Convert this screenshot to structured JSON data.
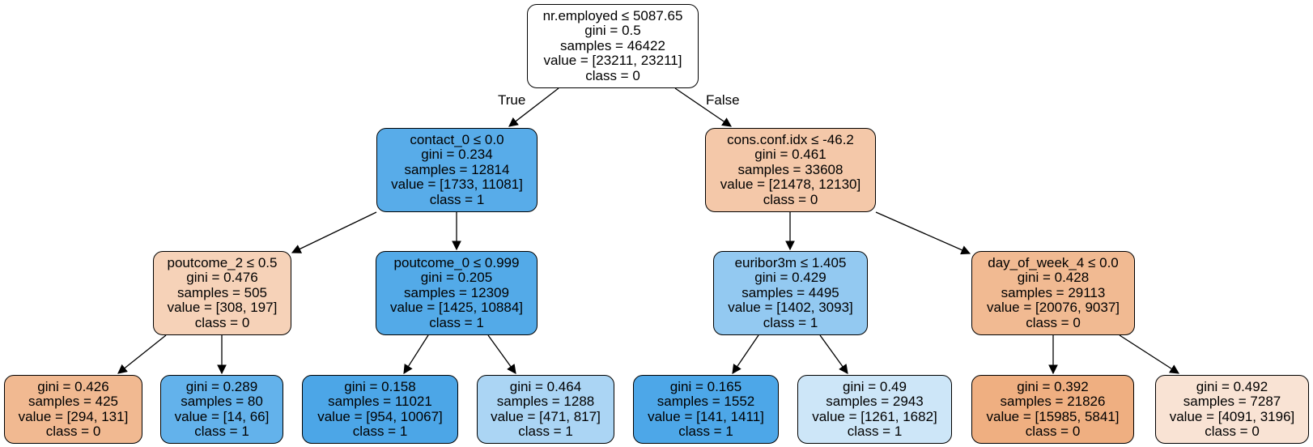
{
  "tree": {
    "nodes": [
      {
        "id": "n0",
        "lines": [
          "nr.employed ≤ 5087.65",
          "gini = 0.5",
          "samples = 46422",
          "value = [23211, 23211]",
          "class = 0"
        ],
        "fill": "#ffffff"
      },
      {
        "id": "n1",
        "lines": [
          "contact_0 ≤ 0.0",
          "gini = 0.234",
          "samples = 12814",
          "value = [1733, 11081]",
          "class = 1"
        ],
        "fill": "#58ace9"
      },
      {
        "id": "n2",
        "lines": [
          "cons.conf.idx ≤ -46.2",
          "gini = 0.461",
          "samples = 33608",
          "value = [21478, 12130]",
          "class = 0"
        ],
        "fill": "#f4c8a9"
      },
      {
        "id": "n3",
        "lines": [
          "poutcome_2 ≤ 0.5",
          "gini = 0.476",
          "samples = 505",
          "value = [308, 197]",
          "class = 0"
        ],
        "fill": "#f6d2b8"
      },
      {
        "id": "n4",
        "lines": [
          "poutcome_0 ≤ 0.999",
          "gini = 0.205",
          "samples = 12309",
          "value = [1425, 10884]",
          "class = 1"
        ],
        "fill": "#53aae8"
      },
      {
        "id": "n5",
        "lines": [
          "euribor3m ≤ 1.405",
          "gini = 0.429",
          "samples = 4495",
          "value = [1402, 3093]",
          "class = 1"
        ],
        "fill": "#93c9f1"
      },
      {
        "id": "n6",
        "lines": [
          "day_of_week_4 ≤ 0.0",
          "gini = 0.428",
          "samples = 29113",
          "value = [20076, 9037]",
          "class = 0"
        ],
        "fill": "#f1ba92"
      },
      {
        "id": "n7",
        "lines": [
          "gini = 0.426",
          "samples = 425",
          "value = [294, 131]",
          "class = 0"
        ],
        "fill": "#f1b991"
      },
      {
        "id": "n8",
        "lines": [
          "gini = 0.289",
          "samples = 80",
          "value = [14, 66]",
          "class = 1"
        ],
        "fill": "#63b2eb"
      },
      {
        "id": "n9",
        "lines": [
          "gini = 0.158",
          "samples = 11021",
          "value = [954, 10067]",
          "class = 1"
        ],
        "fill": "#4ca6e7"
      },
      {
        "id": "n10",
        "lines": [
          "gini = 0.464",
          "samples = 1288",
          "value = [471, 817]",
          "class = 1"
        ],
        "fill": "#abd5f4"
      },
      {
        "id": "n11",
        "lines": [
          "gini = 0.165",
          "samples = 1552",
          "value = [141, 1411]",
          "class = 1"
        ],
        "fill": "#4da7e8"
      },
      {
        "id": "n12",
        "lines": [
          "gini = 0.49",
          "samples = 2943",
          "value = [1261, 1682]",
          "class = 1"
        ],
        "fill": "#cde6f8"
      },
      {
        "id": "n13",
        "lines": [
          "gini = 0.392",
          "samples = 21826",
          "value = [15985, 5841]",
          "class = 0"
        ],
        "fill": "#efaf81"
      },
      {
        "id": "n14",
        "lines": [
          "gini = 0.492",
          "samples = 7287",
          "value = [4091, 3196]",
          "class = 0"
        ],
        "fill": "#f9e3d4"
      }
    ],
    "edges": [
      {
        "from": "n0",
        "to": "n1",
        "label": "True"
      },
      {
        "from": "n0",
        "to": "n2",
        "label": "False"
      },
      {
        "from": "n1",
        "to": "n3"
      },
      {
        "from": "n1",
        "to": "n4"
      },
      {
        "from": "n2",
        "to": "n5"
      },
      {
        "from": "n2",
        "to": "n6"
      },
      {
        "from": "n3",
        "to": "n7"
      },
      {
        "from": "n3",
        "to": "n8"
      },
      {
        "from": "n4",
        "to": "n9"
      },
      {
        "from": "n4",
        "to": "n10"
      },
      {
        "from": "n5",
        "to": "n11"
      },
      {
        "from": "n5",
        "to": "n12"
      },
      {
        "from": "n6",
        "to": "n13"
      },
      {
        "from": "n6",
        "to": "n14"
      }
    ]
  }
}
